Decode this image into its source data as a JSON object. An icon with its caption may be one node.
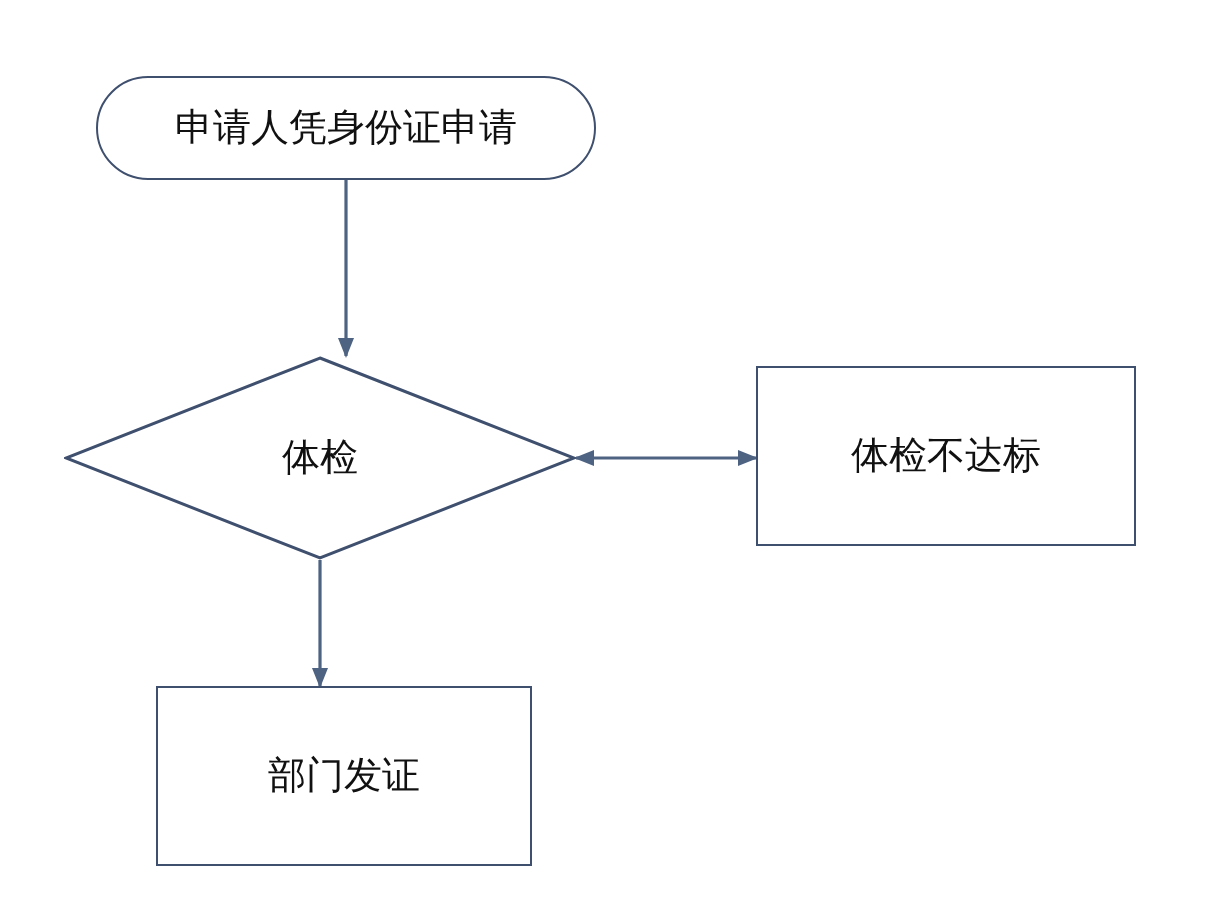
{
  "diagram": {
    "nodes": [
      {
        "text": [
          "申请人凭身份证申请"
        ]
      },
      {
        "text": [
          "体检"
        ]
      },
      {
        "text": [
          "体检不达标"
        ]
      },
      {
        "text": [
          "部门发证"
        ]
      }
    ],
    "edges": [
      {
        "from": 0,
        "to": 1,
        "arrow": "to"
      },
      {
        "from": 1,
        "to": 2,
        "arrow": "both"
      },
      {
        "from": 1,
        "to": 3,
        "arrow": "to"
      }
    ]
  }
}
